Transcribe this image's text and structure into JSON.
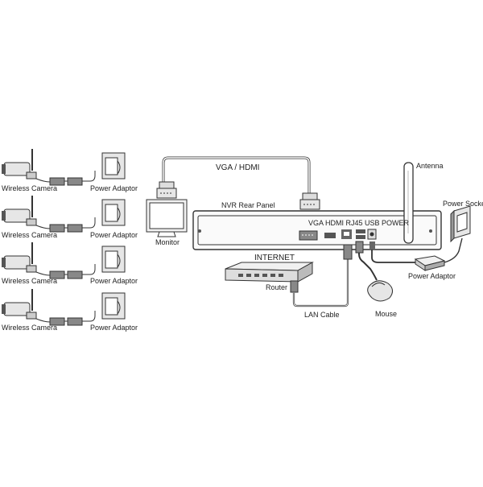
{
  "cameras": [
    {
      "camera_label": "Wireless Camera",
      "adaptor_label": "Power Adaptor"
    },
    {
      "camera_label": "Wireless Camera",
      "adaptor_label": "Power Adaptor"
    },
    {
      "camera_label": "Wireless Camera",
      "adaptor_label": "Power Adaptor"
    },
    {
      "camera_label": "Wireless Camera",
      "adaptor_label": "Power Adaptor"
    }
  ],
  "monitor": {
    "label": "Monitor",
    "cable_label": "VGA / HDMI"
  },
  "nvr": {
    "panel_label": "NVR Rear Panel",
    "ports_label": "VGA  HDMI RJ45 USB POWER",
    "antenna_label": "Antenna"
  },
  "network": {
    "internet_label": "INTERNET",
    "router_label": "Router",
    "lan_label": "LAN Cable"
  },
  "peripherals": {
    "mouse_label": "Mouse",
    "adaptor_label": "Power Adaptor",
    "socket_label": "Power Socket"
  },
  "colors": {
    "line": "#333333",
    "fill": "#e6e6e6",
    "dark": "#555555"
  }
}
